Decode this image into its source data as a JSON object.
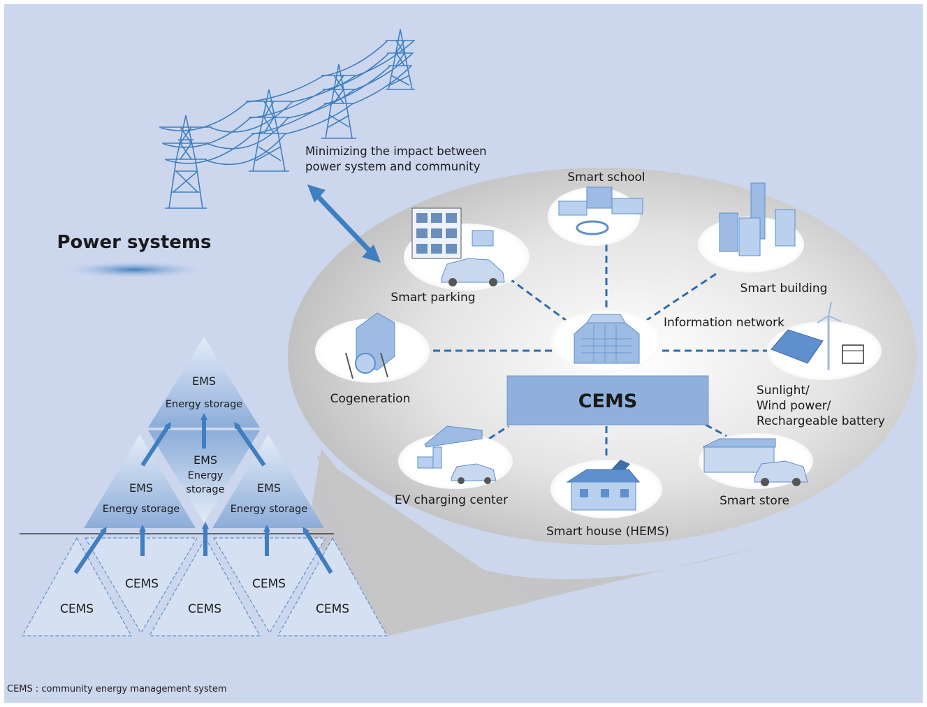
{
  "colors": {
    "background": "#ccd7ee",
    "accent_blue": "#3f7ec0",
    "cems_box": "#8fb0dc",
    "ellipse": "#c9c9c9"
  },
  "power_systems": {
    "title": "Power systems",
    "impact_note_line1": "Minimizing the impact between",
    "impact_note_line2": "power system and community",
    "icon": "transmission-tower-icon"
  },
  "community": {
    "center_label": "CEMS",
    "center_icon": "office-building-icon",
    "network_label": "Information network",
    "nodes": {
      "school": {
        "label": "Smart school",
        "icon": "school-icon"
      },
      "parking": {
        "label": "Smart parking",
        "icon": "parking-garage-icon"
      },
      "building": {
        "label": "Smart building",
        "icon": "skyscraper-icon"
      },
      "cogeneration": {
        "label": "Cogeneration",
        "icon": "turbine-icon"
      },
      "renewable": {
        "label_line1": "Sunlight/",
        "label_line2": "Wind power/",
        "label_line3": "Rechargeable battery",
        "icon": "solar-panel-icon"
      },
      "ev": {
        "label": "EV charging center",
        "icon": "ev-charger-icon"
      },
      "house": {
        "label": "Smart house (HEMS)",
        "icon": "house-icon"
      },
      "store": {
        "label": "Smart store",
        "icon": "store-icon"
      }
    }
  },
  "hierarchy": {
    "top": {
      "ems": "EMS",
      "storage": "Energy storage"
    },
    "middle_inverted": {
      "ems": "EMS",
      "storage_line1": "Energy",
      "storage_line2": "storage"
    },
    "left": {
      "ems": "EMS",
      "storage": "Energy storage"
    },
    "right": {
      "ems": "EMS",
      "storage": "Energy storage"
    },
    "bottom_cems": [
      "CEMS",
      "CEMS",
      "CEMS",
      "CEMS",
      "CEMS"
    ]
  },
  "footnote": "CEMS : community energy management system"
}
